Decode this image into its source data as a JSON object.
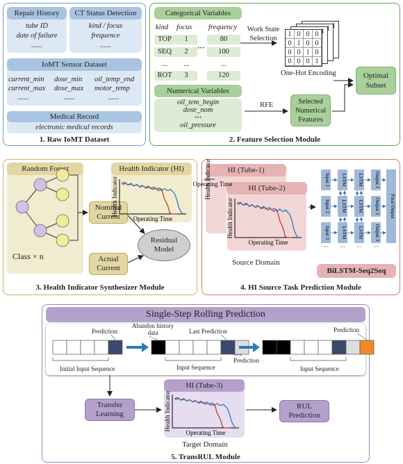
{
  "raw": {
    "caption": "1. Raw IoMT Dataset",
    "repair": {
      "title": "Repair History",
      "items": [
        "tube ID",
        "date of failure",
        "......"
      ]
    },
    "ct": {
      "title": "CT Status Detection",
      "items": [
        "kind / focus",
        "frequence",
        "......"
      ]
    },
    "sensor": {
      "title": "IoMT Sensor Dataset",
      "cols": [
        [
          "current_min",
          "current_max",
          "......"
        ],
        [
          "dose_min",
          "dose_max",
          "......"
        ],
        [
          "oil_temp_end",
          "motor_temp",
          "......"
        ]
      ]
    },
    "medical": {
      "title": "Medical Record",
      "items": [
        "electronic medical records"
      ]
    }
  },
  "fsm": {
    "caption": "2. Feature Selection Module",
    "cat_title": "Categorical Variables",
    "headers": [
      "kind",
      "focus",
      "frequency"
    ],
    "rows": [
      [
        "TOP",
        "1",
        "80"
      ],
      [
        "SEQ",
        "2",
        "100"
      ],
      [
        "...",
        "...",
        "..."
      ],
      [
        "ROT",
        "3",
        "120"
      ]
    ],
    "row_dots": "···",
    "work_state": "Work State\nSelection",
    "onehot": [
      [
        "1",
        "0",
        "0",
        "0"
      ],
      [
        "0",
        "1",
        "0",
        "0"
      ],
      [
        "0",
        "0",
        "1",
        "0"
      ],
      [
        "0",
        "0",
        "0",
        "1"
      ]
    ],
    "onehot_label": "One-Hot Encoding",
    "optimal": "Optimal\nSubset",
    "num_title": "Numerical Variables",
    "num_items": [
      "oil_tem_begin",
      "dose_nom",
      "···",
      "oil_pressure"
    ],
    "rfe": "RFE",
    "selected": "Selected\nNumerical\nFeatures"
  },
  "his": {
    "caption": "3. Health Indicator Synthesizer Module",
    "rf_title": "Random Forest",
    "class_label": "Class × n",
    "hi_title": "Health Indicator (HI)",
    "y_label": "Health Indicator",
    "x_label": "Operating Time",
    "nominal": "Nominal\nCurrent",
    "actual": "Actual\nCurrent",
    "residual": "Residual\nModel"
  },
  "hist": {
    "caption": "4. HI Source Task Prediction Module",
    "tube1": "HI (Tube-1)",
    "tube2": "HI (Tube-2)",
    "y_label": "Health Indicator",
    "x_label": "Operating Time",
    "source": "Source Domain",
    "inputs": [
      "Input 1",
      "Input 2",
      "Input 3"
    ],
    "lstm": "LSTM",
    "outputs": [
      "Output 1",
      "Output 2",
      "Output 3"
    ],
    "final": "Final Output",
    "dots": "···",
    "bilstm": "BiLSTM-Seq2Seq"
  },
  "trans": {
    "caption": "5. TransRUL Module",
    "title": "Single-Step Rolling Prediction",
    "prediction": "Prediction",
    "abandon": "Abandon history\ndata",
    "last_prediction": "Last Prediction",
    "initial_seq": "Initial Input Sequence",
    "input_seq": "Input Sequence",
    "transfer": "Transfer\nLearning",
    "tube3": "HI (Tube-3)",
    "y_label": "Health Indicator",
    "x_label": "Operating Time",
    "target": "Target Domain",
    "rul": "RUL\nPrediction"
  },
  "colors": {
    "blue": "#a8c4e0",
    "green": "#a9cf9a",
    "tan": "#e2d6a3",
    "pink": "#e6b3b3",
    "purple": "#b5a0cc",
    "curve_blue": "#2f7bb5",
    "curve_red": "#c0392b",
    "orange": "#f08a24",
    "navy": "#3b4a6b"
  }
}
